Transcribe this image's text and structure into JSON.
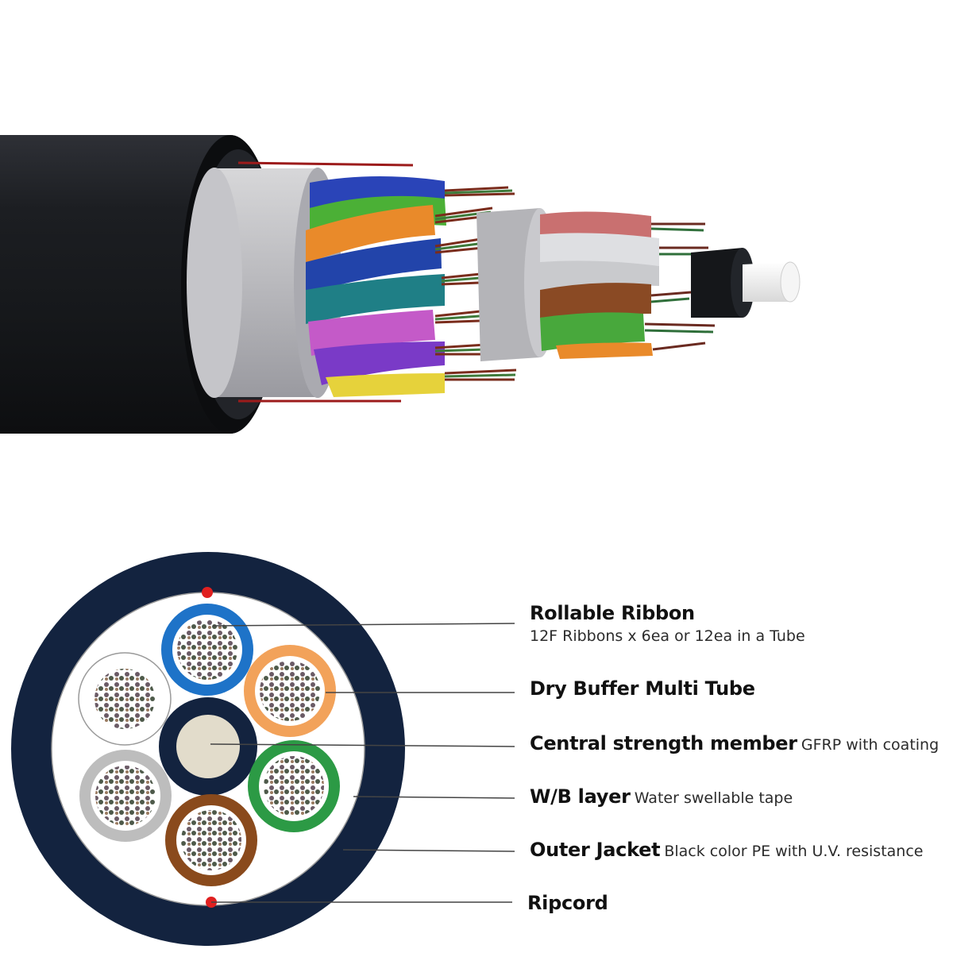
{
  "labels": {
    "rollable_ribbon": {
      "title": "Rollable Ribbon",
      "detail": "12F Ribbons x 6ea or 12ea in a Tube"
    },
    "dry_buffer": {
      "title": "Dry Buffer Multi Tube",
      "detail": ""
    },
    "central_member": {
      "title": "Central strength member",
      "detail": "GFRP with coating"
    },
    "wb_layer": {
      "title": "W/B layer",
      "detail": "Water swellable tape"
    },
    "outer_jacket": {
      "title": "Outer Jacket",
      "detail": "Black color PE with U.V. resistance"
    },
    "ripcord": {
      "title": "Ripcord",
      "detail": ""
    }
  },
  "colors": {
    "jacket": "#13233f",
    "wb_tape": "#ffffff",
    "central_member": "#e2dccb",
    "central_coating": "#13233f",
    "ripcord": "#e02020",
    "tube_blue": "#1e73c8",
    "tube_orange": "#f2a25a",
    "tube_white": "#ffffff",
    "tube_green": "#2c9a45",
    "tube_grey": "#bdbdbd",
    "tube_brown": "#8a4a1c",
    "cable_black": "#1a1c20",
    "leader_line": "#444444"
  },
  "cross_section_tubes": [
    "blue",
    "orange",
    "green",
    "brown",
    "grey",
    "white"
  ]
}
